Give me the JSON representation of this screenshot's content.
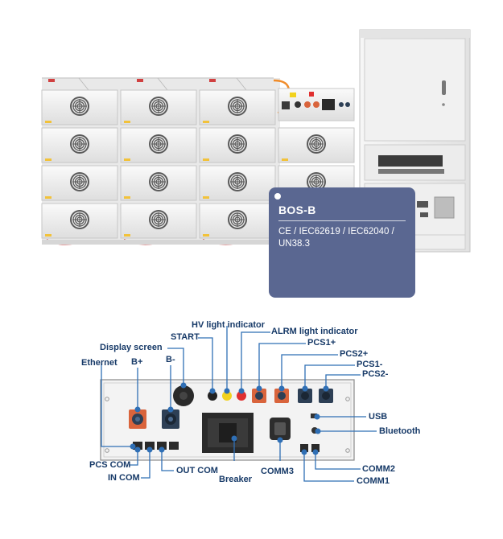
{
  "product": {
    "model": "BOS-B",
    "certifications": "CE / IEC62619 / IEC62040 / UN38.3"
  },
  "panel_labels": {
    "hv_light": "HV light indicator",
    "start": "START",
    "alrm_light": "ALRM light indicator",
    "display_screen": "Display screen",
    "pcs1_plus": "PCS1+",
    "pcs2_plus": "PCS2+",
    "pcs1_minus": "PCS1-",
    "pcs2_minus": "PCS2-",
    "ethernet": "Ethernet",
    "b_plus": "B+",
    "b_minus": "B-",
    "usb": "USB",
    "bluetooth": "Bluetooth",
    "pcs_com": "PCS COM",
    "in_com": "IN COM",
    "out_com": "OUT COM",
    "breaker": "Breaker",
    "comm3": "COMM3",
    "comm2": "COMM2",
    "comm1": "COMM1"
  },
  "colors": {
    "callout_line": "#2f6fb5",
    "label_text": "#173a68",
    "info_card": "#5a6791",
    "terminal_positive": "#d9643c",
    "terminal_negative": "#2d3f55",
    "led_red": "#e03030",
    "led_yellow": "#f2d21e",
    "cabinet": "#f3f3f3"
  },
  "icons": [
    "fan-grille-icon",
    "door-handle-icon",
    "power-terminal-icon",
    "led-indicator-icon",
    "display-screen-icon",
    "breaker-switch-icon"
  ]
}
